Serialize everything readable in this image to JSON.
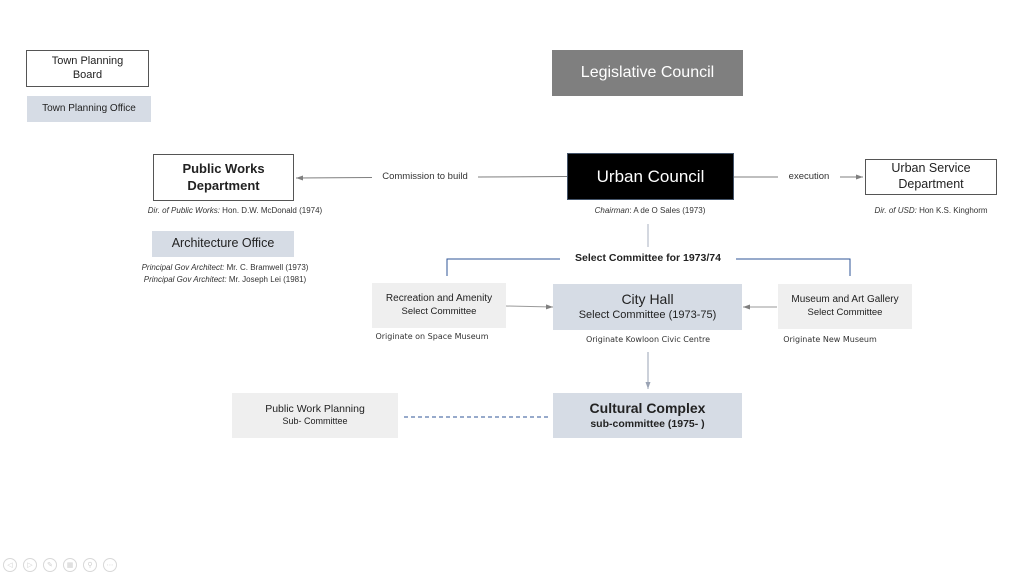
{
  "nodes": {
    "town_planning_board": {
      "label": "Town Planning Board"
    },
    "town_planning_office": {
      "label": "Town Planning Office"
    },
    "legislative_council": {
      "label": "Legislative Council"
    },
    "public_works_department": {
      "label": "Public Works Department",
      "caption_role": "Dir. of Public Works:",
      "caption_name": "Hon. D.W. McDonald (1974)"
    },
    "urban_council": {
      "label": "Urban Council",
      "caption_role": "Chairman",
      "caption_name": ": A de O Sales (1973)"
    },
    "urban_service_department": {
      "label": "Urban Service Department",
      "caption_role": "Dir. of USD:",
      "caption_name": "Hon K.S. Kinghorm"
    },
    "architecture_office": {
      "label": "Architecture Office",
      "captions": [
        {
          "role": "Principal Gov Architect:",
          "name": "Mr. C. Bramwell (1973)"
        },
        {
          "role": "Principal Gov Architect:",
          "name": "Mr. Joseph Lei (1981)"
        }
      ]
    },
    "select_committee_header": {
      "label": "Select Committee for 1973/74"
    },
    "recreation_amenity": {
      "line1": "Recreation and Amenity",
      "line2": "Select Committee",
      "caption": "Originate on Space Museum"
    },
    "city_hall": {
      "line1": "City Hall",
      "line2": "Select Committee (1973-75)",
      "caption": "Originate Kowloon Civic Centre"
    },
    "museum_art_gallery": {
      "line1": "Museum and Art Gallery",
      "line2": "Select Committee",
      "caption": "Originate New Museum"
    },
    "public_work_planning": {
      "line1": "Public Work Planning",
      "line2": "Sub- Committee"
    },
    "cultural_complex": {
      "line1": "Cultural Complex",
      "line2": "sub-committee (1975- )"
    }
  },
  "edges": {
    "commission_to_build": "Commission to build",
    "execution": "execution"
  },
  "colors": {
    "legislative_council_bg": "#7f7f7f",
    "urban_council_bg": "#000000",
    "blue_light": "#d6dce5",
    "grey_light": "#efefef",
    "connector_blue": "#2f5597"
  },
  "slideshow_toolbar": {
    "buttons": [
      "previous-slide",
      "next-slide",
      "pen",
      "slides-overview",
      "zoom",
      "more-options"
    ],
    "glyphs": [
      "◁",
      "▷",
      "✎",
      "▦",
      "⚲",
      "⋯"
    ]
  }
}
